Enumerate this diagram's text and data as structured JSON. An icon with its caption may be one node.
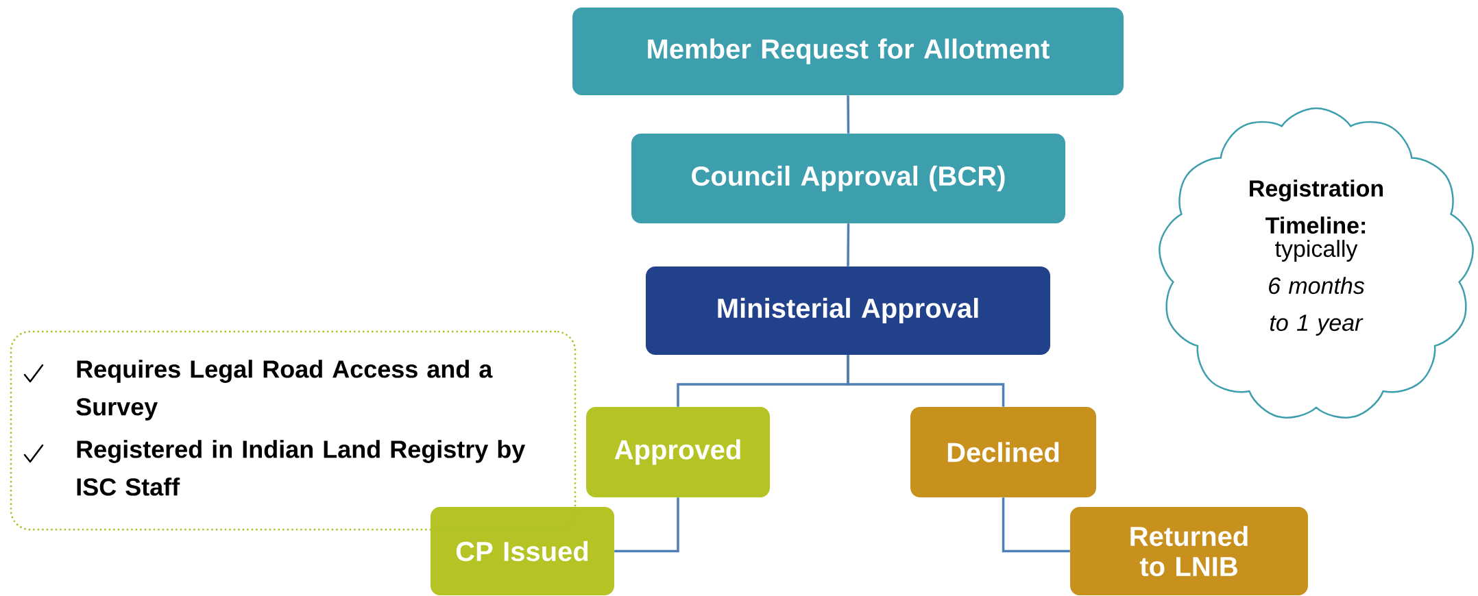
{
  "diagram": {
    "nodes": [
      {
        "text": [
          "Member Request for Allotment"
        ]
      },
      {
        "text": [
          "Council Approval (BCR)"
        ]
      },
      {
        "text": [
          "Ministerial Approval"
        ]
      },
      {
        "text": [
          "Approved"
        ]
      },
      {
        "text": [
          "Declined"
        ]
      },
      {
        "text": [
          "CP Issued"
        ]
      },
      {
        "text": [
          "Returned to LNIB"
        ]
      },
      {
        "text": [
          "Requires Legal Road Access and a Survey",
          "Registered in Indian Land Registry by ISC Staff"
        ]
      },
      {
        "text": [
          "Registration Timeline:",
          "typically *6 months to 1 year*"
        ]
      }
    ],
    "edges": [
      {
        "from": 0,
        "to": 1,
        "arrow": "none"
      },
      {
        "from": 1,
        "to": 2,
        "arrow": "none"
      },
      {
        "from": 2,
        "to": 3,
        "arrow": "none"
      },
      {
        "from": 2,
        "to": 4,
        "arrow": "none"
      },
      {
        "from": 3,
        "to": 5,
        "arrow": "none"
      },
      {
        "from": 4,
        "to": 6,
        "arrow": "none"
      }
    ]
  }
}
